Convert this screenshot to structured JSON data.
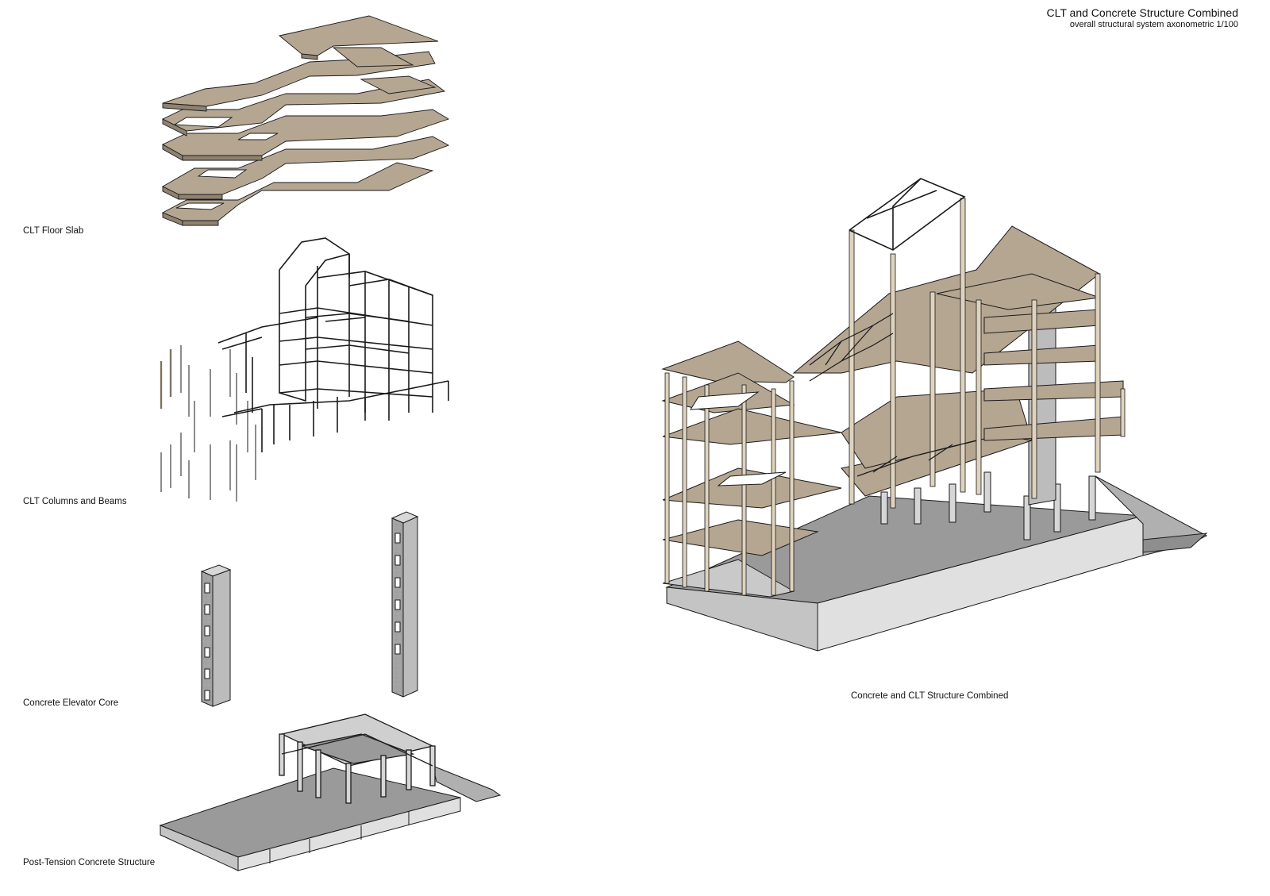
{
  "header": {
    "title": "CLT and Concrete Structure Combined",
    "subtitle": "overall structural system axonometric 1/100"
  },
  "labels": {
    "floor_slab": "CLT Floor Slab",
    "columns_beams": "CLT Columns and Beams",
    "elevator_core": "Concrete Elevator Core",
    "post_tension": "Post-Tension Concrete Structure",
    "combined": "Concrete and CLT Structure Combined"
  },
  "colors": {
    "clt_slab": "#b5a692",
    "clt_slab_edge": "#8f8270",
    "clt_timber": "#e0d3bd",
    "concrete": "#9c9c9c",
    "concrete_light": "#d8d8d8",
    "concrete_mid": "#bcbcbc",
    "line": "#1a1a1a"
  }
}
